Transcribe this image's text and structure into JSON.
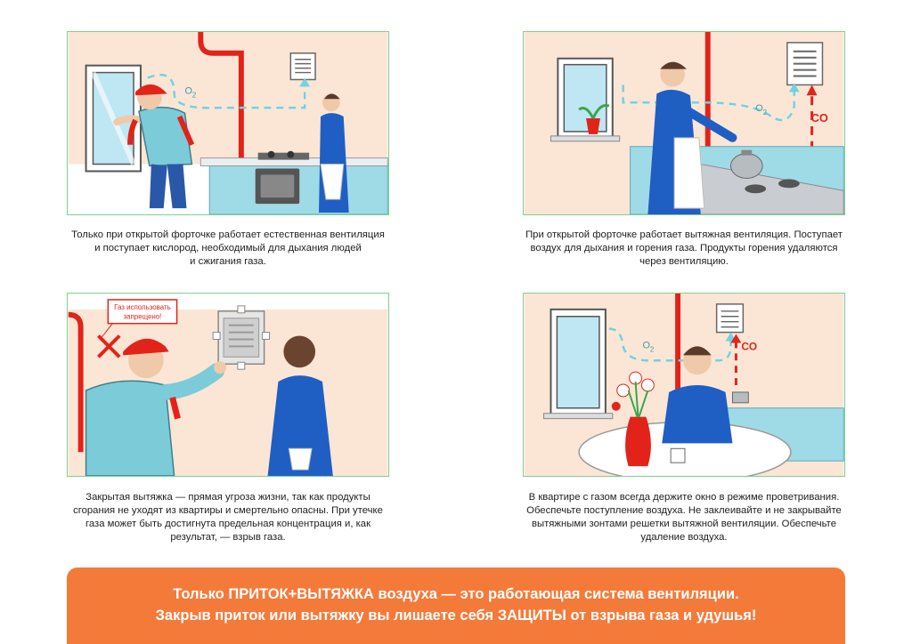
{
  "panels": [
    {
      "caption": "Только при открытой форточке работает естественная вентиляция\nи поступает кислород, необходимый для дыхания людей\nи сжигания газа.",
      "labels": {
        "o2": "O",
        "o2_sub": "2"
      }
    },
    {
      "caption": "При открытой форточке работает вытяжная вентиляция. Поступает\nвоздух для дыхания и горения газа. Продукты горения удаляются\nчерез вентиляцию.",
      "labels": {
        "o2": "O",
        "o2_sub": "2",
        "co": "CO"
      }
    },
    {
      "caption": "Закрытая вытяжка — прямая угроза жизни, так как продукты\nсгорания не уходят из квартиры и смертельно опасны. При утечке\nгаза может быть достигнута предельная концентрация и, как\nрезультат, — взрыв газа.",
      "labels": {
        "sign_line1": "Газ использовать",
        "sign_line2": "запрещено!"
      }
    },
    {
      "caption": "В квартире с газом всегда держите окно в режиме проветривания.\nОбеспечьте поступление воздуха. Не заклеивайте и не закрывайте\nвытяжными зонтами решетки вытяжной вентиляции. Обеспечьте\nудаление воздуха.",
      "labels": {
        "o2": "O",
        "o2_sub": "2",
        "co": "CO"
      }
    }
  ],
  "banner": {
    "line1": "Только ПРИТОК+ВЫТЯЖКА воздуха — это работающая система вентиляции.",
    "line2": "Закрыв приток или вытяжку вы лишаете себя ЗАЩИТЫ от взрыва газа и удушья!"
  },
  "colors": {
    "accent": "#f47a3a",
    "panel_border": "#7fd08f",
    "danger": "#e2231a",
    "air_flow": "#6fd3e3",
    "wall": "#fbe6d6",
    "worker_shirt": "#7ccbd8",
    "dress": "#1f5fc4"
  }
}
